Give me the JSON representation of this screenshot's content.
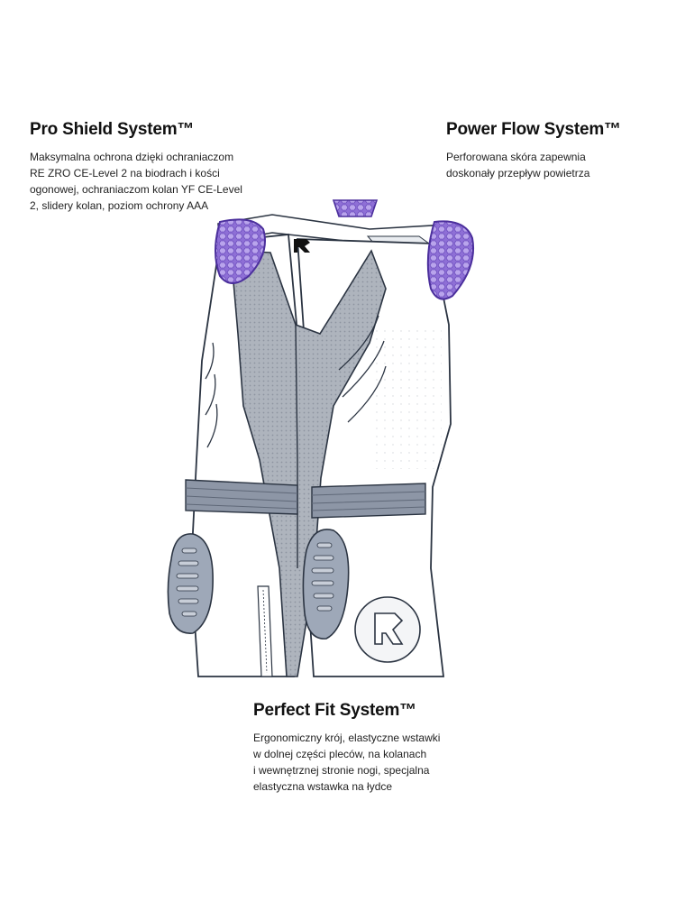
{
  "features": {
    "pro_shield": {
      "title": "Pro Shield System™",
      "lines": [
        "Maksymalna ochrona dzięki ochraniaczom",
        "RE ZRO CE-Level 2 na biodrach i kości",
        "ogonowej, ochraniaczom kolan YF CE-Level",
        "2, slidery kolan, poziom ochrony AAA"
      ]
    },
    "power_flow": {
      "title": "Power Flow System™",
      "lines": [
        "Perforowana skóra zapewnia",
        "doskonały przepływ powietrza"
      ]
    },
    "perfect_fit": {
      "title": "Perfect Fit System™",
      "lines": [
        "Ergonomiczny krój, elastyczne wstawki",
        "w dolnej części pleców, na kolanach",
        "i wewnętrznej stronie nogi, specjalna",
        "elastyczna wstawka na łydce"
      ]
    }
  },
  "colors": {
    "protector_purple": "#8e6fd6",
    "protector_purple_dark": "#4b2f9c",
    "mesh_gray": "#aeb4bd",
    "knee_slider": "#9ea8b8",
    "outline": "#2b3442",
    "leather": "#ffffff"
  },
  "illustration": {
    "logo_icon": "rebelhorn-r-logo-icon",
    "hip_protector_icon": "hip-protector-icon",
    "knee_slider_icon": "knee-slider-icon"
  }
}
